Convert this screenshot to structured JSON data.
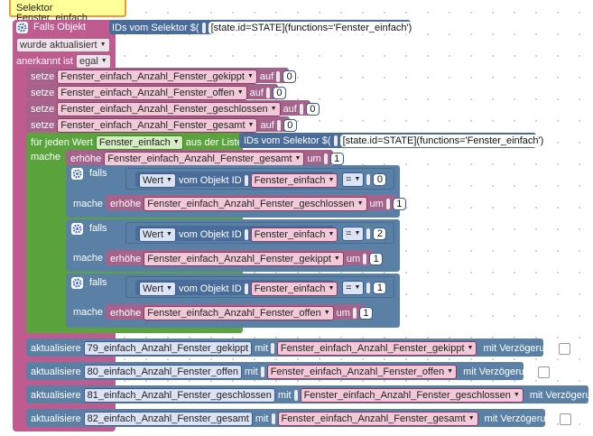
{
  "colors": {
    "trigger": "#c05b8f",
    "variable": "#a5628a",
    "loop": "#5ba33c",
    "logic": "#5b80a5",
    "selector": "#4a6c9a",
    "header": "#ffff99",
    "header_border": "#f29a35"
  },
  "header": {
    "title": "Selektor Fenster_einfach"
  },
  "trigger": {
    "label": "Falls Objekt",
    "selector_label": "IDs vom Selektor $(",
    "selector_value": "[state.id=STATE](functions='Fenster_einfach')",
    "selector_close": ")",
    "condition": "wurde aktualisiert",
    "ack_label": "anerkannt ist",
    "ack_value": "egal"
  },
  "sets": [
    {
      "kw": "setze",
      "var": "Fenster_einfach_Anzahl_Fenster_gekippt",
      "to": "auf",
      "val": "0"
    },
    {
      "kw": "setze",
      "var": "Fenster_einfach_Anzahl_Fenster_offen",
      "to": "auf",
      "val": "0"
    },
    {
      "kw": "setze",
      "var": "Fenster_einfach_Anzahl_Fenster_geschlossen",
      "to": "auf",
      "val": "0"
    },
    {
      "kw": "setze",
      "var": "Fenster_einfach_Anzahl_Fenster_gesamt",
      "to": "auf",
      "val": "0"
    }
  ],
  "loop": {
    "label": "für jeden Wert",
    "var": "Fenster_einfach",
    "from": "aus der Liste",
    "selector_label": "IDs vom Selektor $(",
    "selector_value": "[state.id=STATE](functions='Fenster_einfach')",
    "selector_close": ")",
    "do_label": "mache",
    "inc": {
      "kw": "erhöhe",
      "var": "Fenster_einfach_Anzahl_Fenster_gesamt",
      "by": "um",
      "val": "1"
    }
  },
  "ifs": [
    {
      "falls": "falls",
      "attr": "Wert",
      "of": "vom Objekt ID",
      "obj": "Fenster_einfach",
      "op": "=",
      "cmp": "0",
      "mache": "mache",
      "kw": "erhöhe",
      "var": "Fenster_einfach_Anzahl_Fenster_geschlossen",
      "by": "um",
      "val": "1"
    },
    {
      "falls": "falls",
      "attr": "Wert",
      "of": "vom Objekt ID",
      "obj": "Fenster_einfach",
      "op": "=",
      "cmp": "2",
      "mache": "mache",
      "kw": "erhöhe",
      "var": "Fenster_einfach_Anzahl_Fenster_gekippt",
      "by": "um",
      "val": "1"
    },
    {
      "falls": "falls",
      "attr": "Wert",
      "of": "vom Objekt ID",
      "obj": "Fenster_einfach",
      "op": "=",
      "cmp": "1",
      "mache": "mache",
      "kw": "erhöhe",
      "var": "Fenster_einfach_Anzahl_Fenster_offen",
      "by": "um",
      "val": "1"
    }
  ],
  "updates": [
    {
      "kw": "aktualisiere",
      "target": "79_einfach_Anzahl_Fenster_gekippt",
      "with": "mit",
      "var": "Fenster_einfach_Anzahl_Fenster_gekippt",
      "delay": "mit Verzögerung"
    },
    {
      "kw": "aktualisiere",
      "target": "80_einfach_Anzahl_Fenster_offen",
      "with": "mit",
      "var": "Fenster_einfach_Anzahl_Fenster_offen",
      "delay": "mit Verzögerung"
    },
    {
      "kw": "aktualisiere",
      "target": "81_einfach_Anzahl_Fenster_geschlossen",
      "with": "mit",
      "var": "Fenster_einfach_Anzahl_Fenster_geschlossen",
      "delay": "mit Verzögerung"
    },
    {
      "kw": "aktualisiere",
      "target": "82_einfach_Anzahl_Fenster_gesamt",
      "with": "mit",
      "var": "Fenster_einfach_Anzahl_Fenster_gesamt",
      "delay": "mit Verzögerung"
    }
  ]
}
